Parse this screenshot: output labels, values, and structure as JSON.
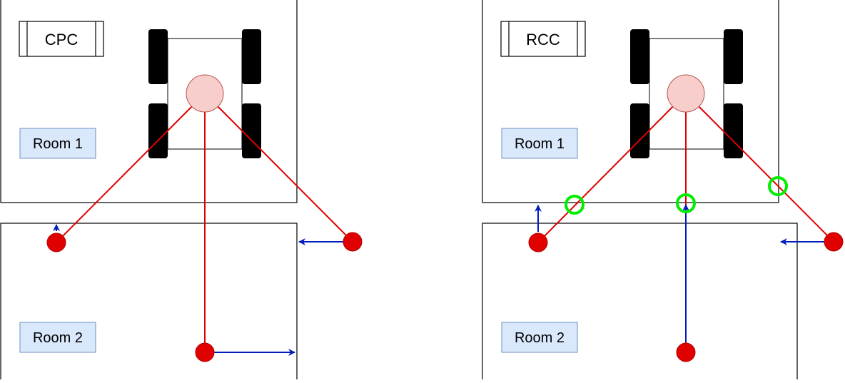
{
  "panels": {
    "left": {
      "badge": "CPC",
      "room_top": "Room 1",
      "room_bottom": "Room 2"
    },
    "right": {
      "badge": "RCC",
      "room_top": "Room 1",
      "room_bottom": "Room 2"
    }
  },
  "colors": {
    "room_outline": "#000000",
    "room_label_fill": "#dae8fc",
    "room_label_stroke": "#6c8ebf",
    "robot_center_fill": "#f8cecc",
    "robot_center_stroke": "#b85450",
    "wheel": "#000000",
    "ray": "#e00000",
    "target_point": "#e00000",
    "arrow": "#001dbc",
    "intersection_marker": "#00ee00"
  }
}
